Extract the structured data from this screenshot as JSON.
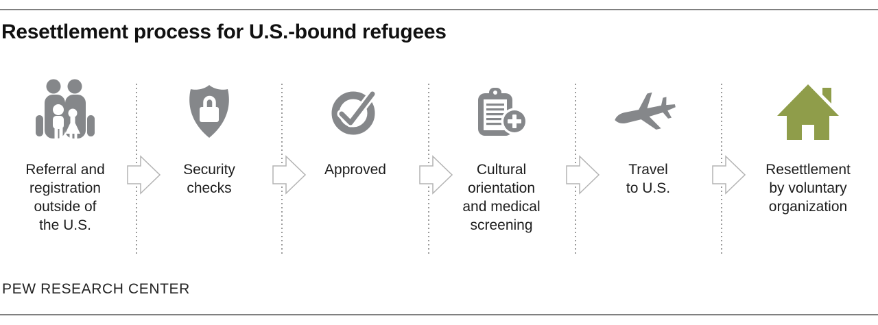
{
  "title": "Resettlement process for U.S.-bound refugees",
  "footer": "PEW RESEARCH CENTER",
  "colors": {
    "icon_gray": "#85878a",
    "house_green": "#8f9d4a",
    "rule": "#808080",
    "arrow_outline": "#b3b3b3",
    "dot": "#9a9a9a",
    "text": "#1c1c1c"
  },
  "steps": [
    {
      "icon": "family-icon",
      "label": "Referral and\nregistration\noutside of\nthe U.S."
    },
    {
      "icon": "shield-lock-icon",
      "label": "Security\nchecks"
    },
    {
      "icon": "check-circle-icon",
      "label": "Approved"
    },
    {
      "icon": "clipboard-medical-icon",
      "label": "Cultural\norientation\nand medical\nscreening"
    },
    {
      "icon": "airplane-icon",
      "label": "Travel\nto U.S."
    },
    {
      "icon": "house-icon",
      "label": "Resettlement\nby voluntary\norganization"
    }
  ]
}
